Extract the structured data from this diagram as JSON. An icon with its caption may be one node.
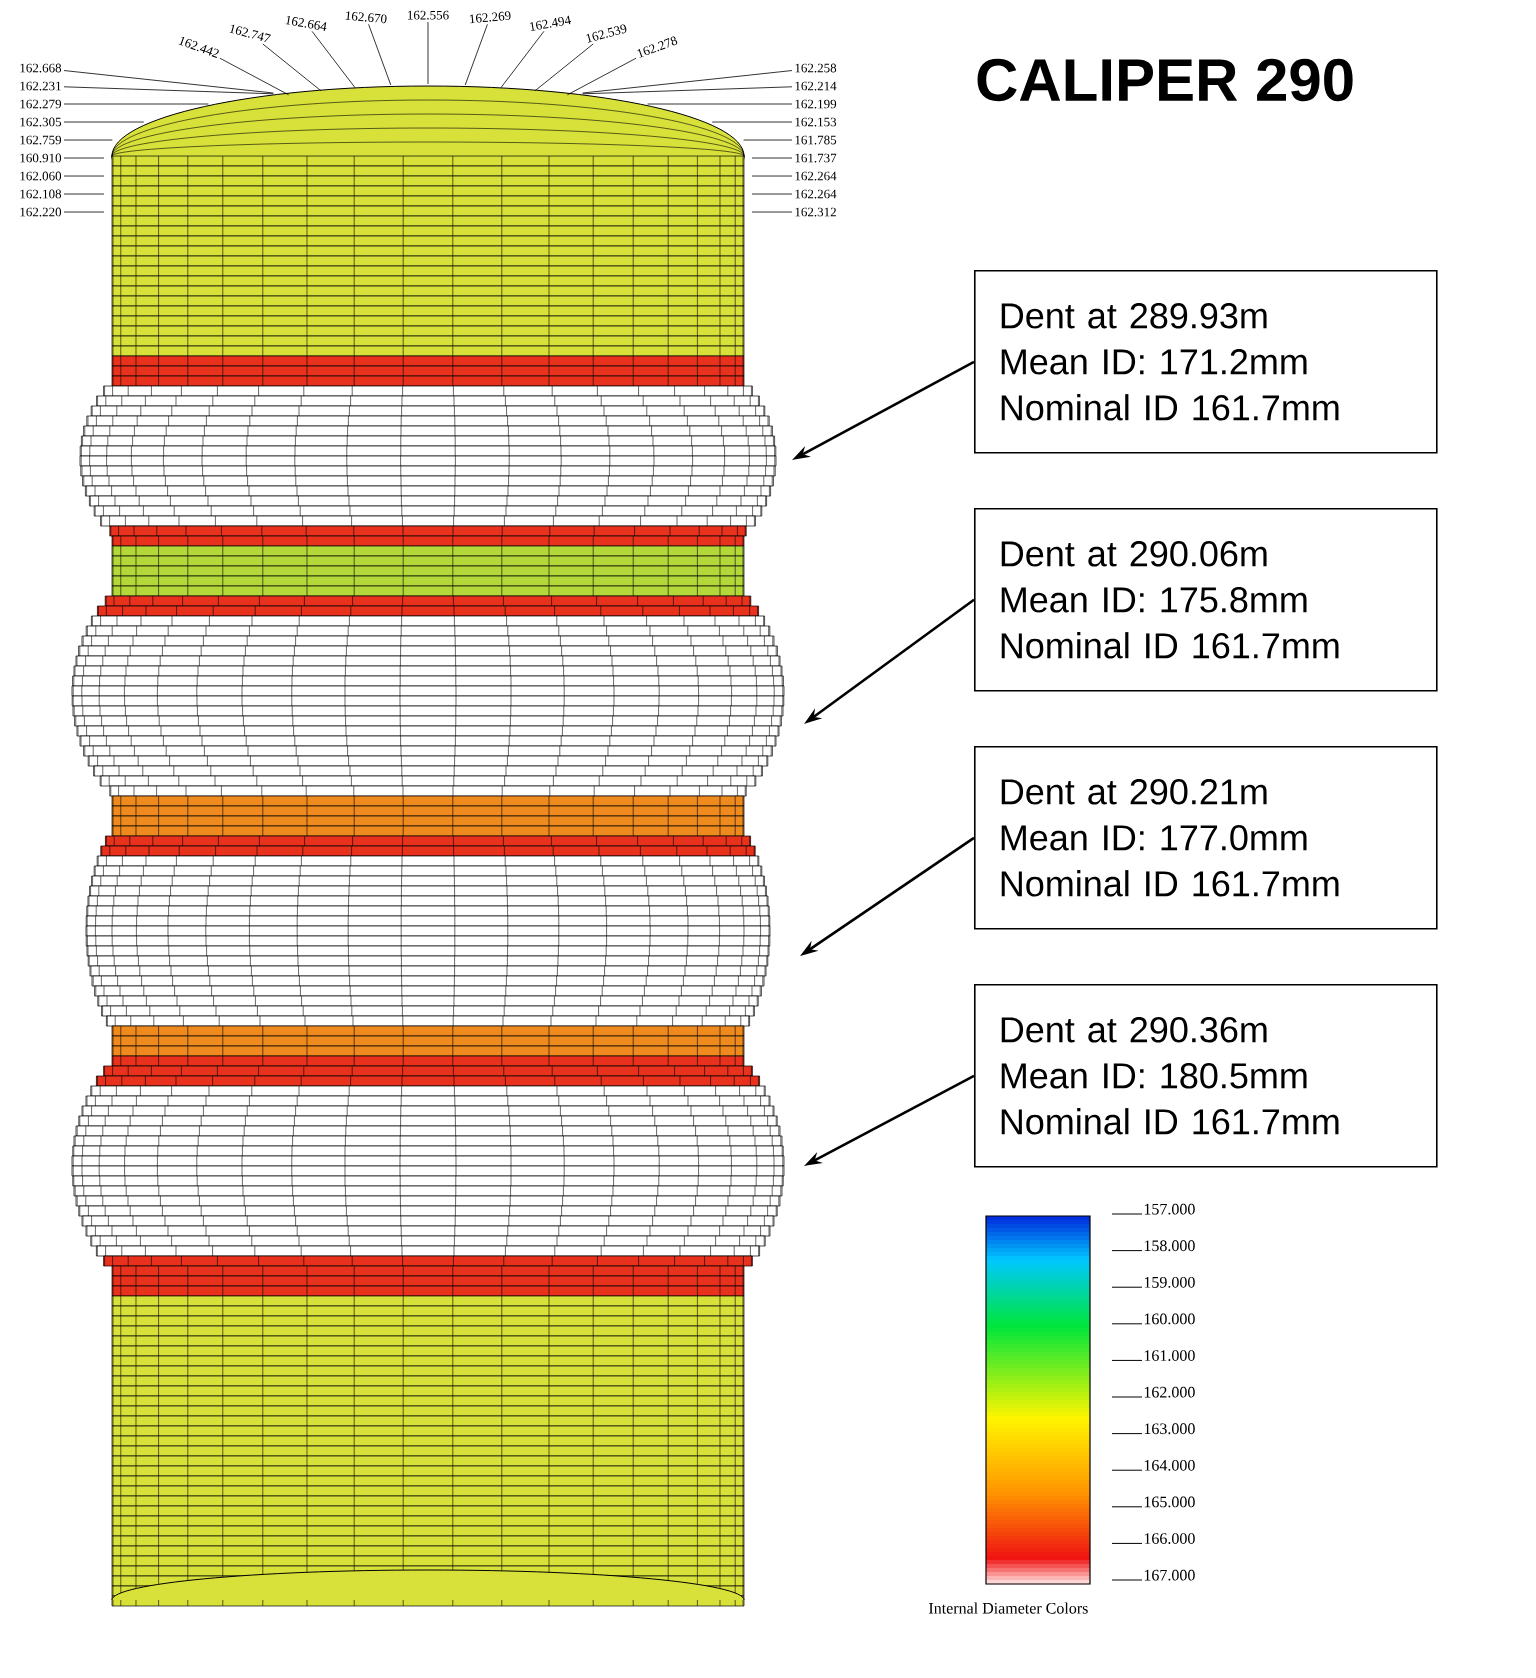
{
  "diagram": {
    "title": "CALIPER 290",
    "nodes": [
      {
        "text": [
          "162.220"
        ]
      },
      {
        "text": [
          "162.108"
        ]
      },
      {
        "text": [
          "162.060"
        ]
      },
      {
        "text": [
          "160.910"
        ]
      },
      {
        "text": [
          "162.759"
        ]
      },
      {
        "text": [
          "162.305"
        ]
      },
      {
        "text": [
          "162.279"
        ]
      },
      {
        "text": [
          "162.231"
        ]
      },
      {
        "text": [
          "162.668"
        ]
      },
      {
        "text": [
          "162.442"
        ]
      },
      {
        "text": [
          "162.747"
        ]
      },
      {
        "text": [
          "162.664"
        ]
      },
      {
        "text": [
          "162.670"
        ]
      },
      {
        "text": [
          "162.556"
        ]
      },
      {
        "text": [
          "162.269"
        ]
      },
      {
        "text": [
          "162.494"
        ]
      },
      {
        "text": [
          "162.539"
        ]
      },
      {
        "text": [
          "162.278"
        ]
      },
      {
        "text": [
          "162.258"
        ]
      },
      {
        "text": [
          "162.214"
        ]
      },
      {
        "text": [
          "162.199"
        ]
      },
      {
        "text": [
          "162.153"
        ]
      },
      {
        "text": [
          "161.785"
        ]
      },
      {
        "text": [
          "161.737"
        ]
      },
      {
        "text": [
          "162.264"
        ]
      },
      {
        "text": [
          "162.264"
        ]
      },
      {
        "text": [
          "162.312"
        ]
      },
      {
        "text": [
          "Dent at 289.93m",
          "Mean ID: 171.2mm",
          "Nominal ID 161.7mm"
        ]
      },
      {
        "text": [
          "Dent at 290.06m",
          "Mean ID: 175.8mm",
          "Nominal ID 161.7mm"
        ]
      },
      {
        "text": [
          "Dent at 290.21m",
          "Mean ID: 177.0mm",
          "Nominal ID 161.7mm"
        ]
      },
      {
        "text": [
          "Dent at 290.36m",
          "Mean ID: 180.5mm",
          "Nominal ID 161.7mm"
        ]
      }
    ],
    "edges": [
      {
        "from": 0,
        "to": null,
        "arrow": "none"
      },
      {
        "from": 1,
        "to": null,
        "arrow": "none"
      },
      {
        "from": 2,
        "to": null,
        "arrow": "none"
      },
      {
        "from": 3,
        "to": null,
        "arrow": "none"
      },
      {
        "from": 4,
        "to": null,
        "arrow": "none"
      },
      {
        "from": 5,
        "to": null,
        "arrow": "none"
      },
      {
        "from": 6,
        "to": null,
        "arrow": "none"
      },
      {
        "from": 7,
        "to": null,
        "arrow": "none"
      },
      {
        "from": 8,
        "to": null,
        "arrow": "none"
      },
      {
        "from": 9,
        "to": null,
        "arrow": "none"
      },
      {
        "from": 10,
        "to": null,
        "arrow": "none"
      },
      {
        "from": 11,
        "to": null,
        "arrow": "none"
      },
      {
        "from": 12,
        "to": null,
        "arrow": "none"
      },
      {
        "from": 13,
        "to": null,
        "arrow": "none"
      },
      {
        "from": 14,
        "to": null,
        "arrow": "none"
      },
      {
        "from": 15,
        "to": null,
        "arrow": "none"
      },
      {
        "from": 16,
        "to": null,
        "arrow": "none"
      },
      {
        "from": 17,
        "to": null,
        "arrow": "none"
      },
      {
        "from": 18,
        "to": null,
        "arrow": "none"
      },
      {
        "from": 19,
        "to": null,
        "arrow": "none"
      },
      {
        "from": 20,
        "to": null,
        "arrow": "none"
      },
      {
        "from": 21,
        "to": null,
        "arrow": "none"
      },
      {
        "from": 22,
        "to": null,
        "arrow": "none"
      },
      {
        "from": 23,
        "to": null,
        "arrow": "none"
      },
      {
        "from": 24,
        "to": null,
        "arrow": "none"
      },
      {
        "from": 25,
        "to": null,
        "arrow": "none"
      },
      {
        "from": 26,
        "to": null,
        "arrow": "none"
      },
      {
        "from": 27,
        "to": null,
        "arrow": "to"
      },
      {
        "from": 28,
        "to": null,
        "arrow": "to"
      },
      {
        "from": 29,
        "to": null,
        "arrow": "to"
      },
      {
        "from": 30,
        "to": null,
        "arrow": "to"
      }
    ],
    "labels": [
      "157.000",
      "158.000",
      "159.000",
      "160.000",
      "161.000",
      "162.000",
      "163.000",
      "164.000",
      "165.000",
      "166.000",
      "167.000",
      "Internal Diameter Colors"
    ]
  }
}
